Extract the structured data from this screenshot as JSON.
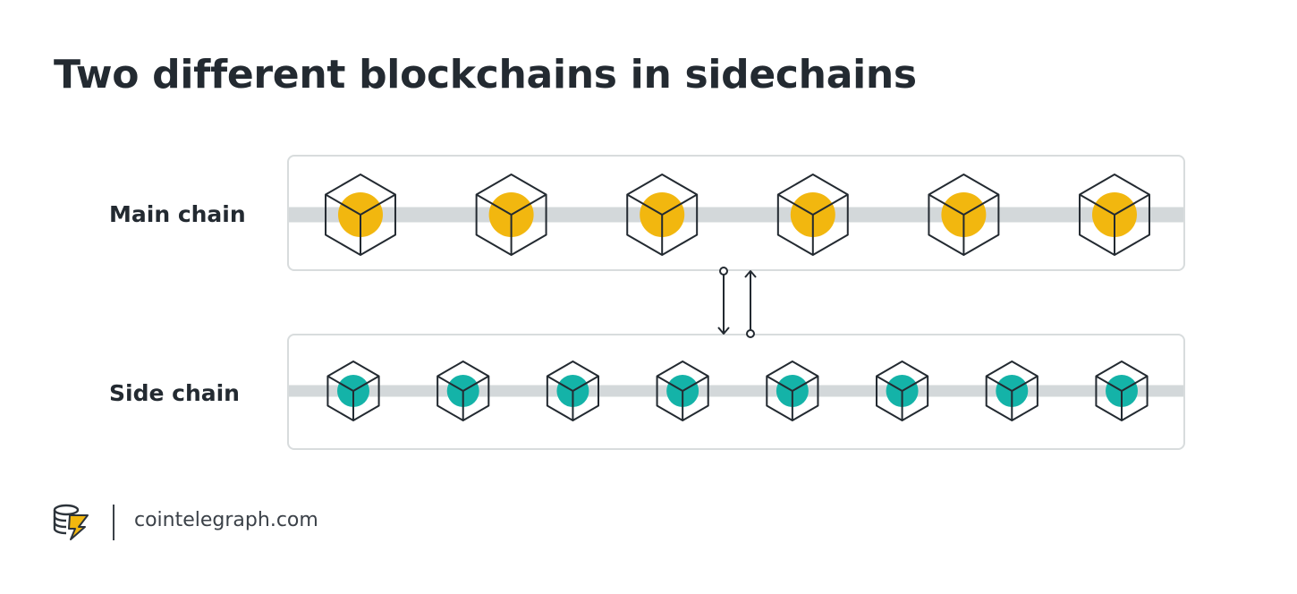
{
  "title": "Two different blockchains in sidechains",
  "main_chain": {
    "label": "Main chain",
    "block_count": 6,
    "block_icon": "cube-icon",
    "coin_color": "#f2b70f"
  },
  "side_chain": {
    "label": "Side chain",
    "block_count": 8,
    "block_icon": "cube-icon",
    "coin_color": "#14b3a8"
  },
  "transfer": {
    "icon_down": "arrow-down-icon",
    "icon_up": "arrow-up-icon"
  },
  "colors": {
    "text": "#232a31",
    "outline": "#232a31",
    "track": "#d3d8da",
    "box_border": "#d8dcdd"
  },
  "brand": {
    "icon": "cointelegraph-logo-icon",
    "text": "cointelegraph.com"
  }
}
